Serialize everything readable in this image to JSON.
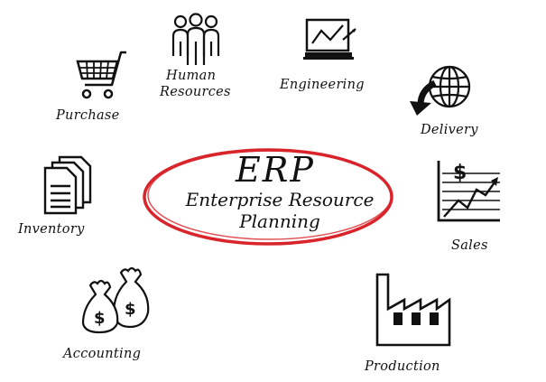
{
  "center": {
    "title": "ERP",
    "line1": "Enterprise Resource",
    "line2": "Planning",
    "ring_color": "#d8242a"
  },
  "nodes": [
    {
      "key": "purchase",
      "label": "Purchase",
      "icon": "shopping-cart-icon"
    },
    {
      "key": "human_resources",
      "label_line1": "Human",
      "label_line2": "Resources",
      "icon": "people-group-icon"
    },
    {
      "key": "engineering",
      "label": "Engineering",
      "icon": "laptop-chart-icon"
    },
    {
      "key": "delivery",
      "label": "Delivery",
      "icon": "globe-arrow-icon"
    },
    {
      "key": "sales",
      "label": "Sales",
      "icon": "dollar-growth-chart-icon"
    },
    {
      "key": "production",
      "label": "Production",
      "icon": "factory-icon"
    },
    {
      "key": "accounting",
      "label": "Accounting",
      "icon": "money-bags-icon"
    },
    {
      "key": "inventory",
      "label": "Inventory",
      "icon": "documents-icon"
    }
  ]
}
